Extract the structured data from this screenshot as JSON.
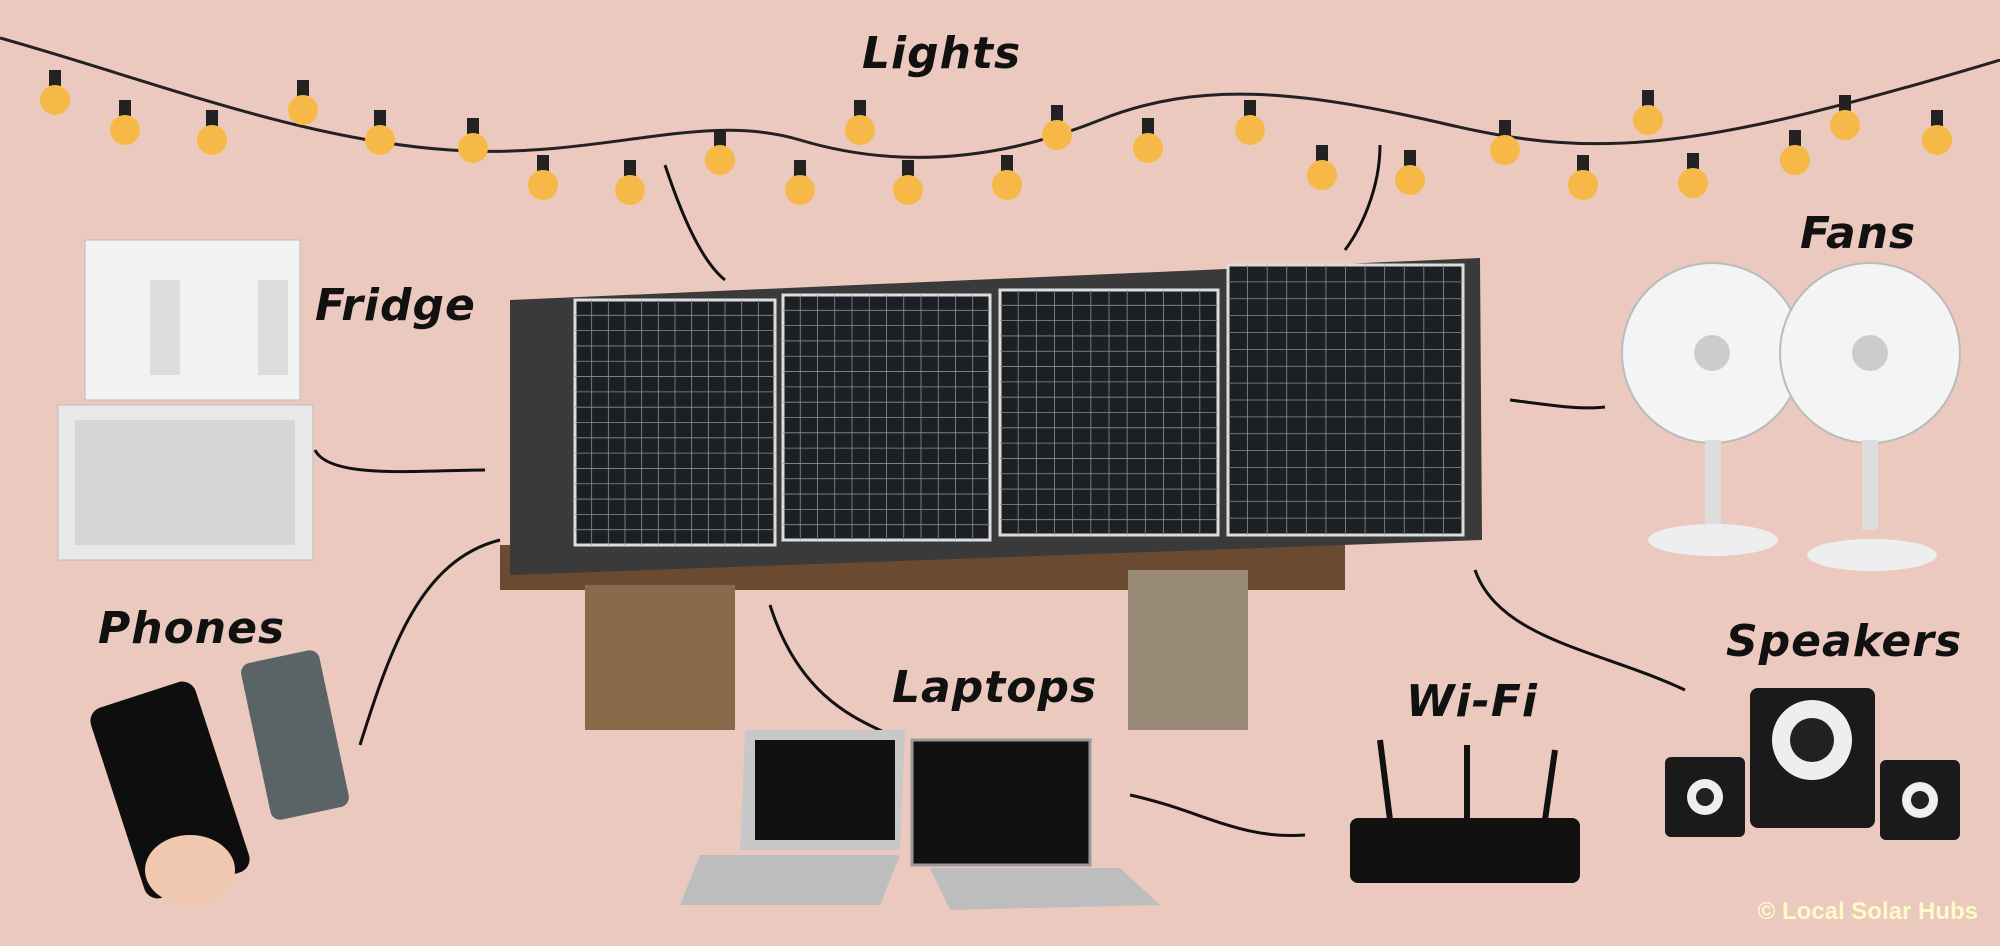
{
  "labels": {
    "lights": "Lights",
    "fridge": "Fridge",
    "fans": "Fans",
    "phones": "Phones",
    "laptops": "Laptops",
    "wifi": "Wi-Fi",
    "speakers": "Speakers"
  },
  "credit": "© Local Solar Hubs",
  "colors": {
    "background": "#ecc9bf",
    "credit": "#fdfcc8",
    "bulb": "#f6b846"
  }
}
